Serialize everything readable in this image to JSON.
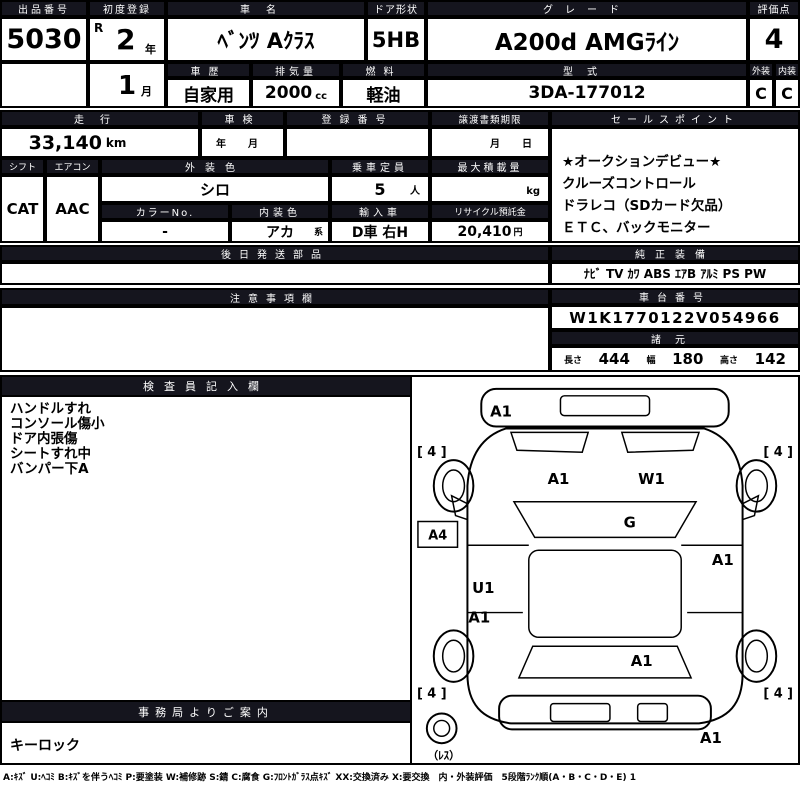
{
  "colors": {
    "header_bg": "#15151e",
    "border": "#000000",
    "paper": "#ffffff",
    "text": "#000000"
  },
  "sheet": {
    "exhibit": {
      "label": "出品番号",
      "number": "5030"
    },
    "first_registration": {
      "label": "初度登録",
      "era": "R",
      "year": "2",
      "year_unit": "年",
      "month": "1",
      "month_unit": "月"
    },
    "car_name": {
      "label": "車名",
      "value": "ﾍﾞﾝﾂ Aｸﾗｽ"
    },
    "door_shape": {
      "label": "ドア形状",
      "value": "5HB"
    },
    "grade": {
      "label": "グレード",
      "value": "A200d AMGﾗｲﾝ"
    },
    "score": {
      "label": "評価点",
      "value": "4"
    },
    "exterior_grade": {
      "label": "外装",
      "value": "C"
    },
    "interior_grade": {
      "label": "内装",
      "value": "C"
    },
    "history": {
      "label": "車歴",
      "value": "自家用"
    },
    "displacement": {
      "label": "排気量",
      "value": "2000",
      "unit": "cc"
    },
    "fuel": {
      "label": "燃料",
      "value": "軽油"
    },
    "model_code": {
      "label": "型式",
      "value": "3DA-177012"
    },
    "mileage": {
      "label": "走行",
      "value": "33,140",
      "unit": "km"
    },
    "inspection": {
      "label": "車検",
      "placeholder": "年　月"
    },
    "registration_no": {
      "label": "登録番号",
      "value": ""
    },
    "transfer_deadline": {
      "label": "譲渡書類期限",
      "placeholder": "月　日"
    },
    "sales_points": {
      "label": "セールスポイント",
      "lines": [
        "★オークションデビュー★",
        "クルーズコントロール",
        "ドラレコ（SDカード欠品）",
        "ＥＴＣ、バックモニター"
      ]
    },
    "shift": {
      "label": "シフト",
      "value": "CAT"
    },
    "aircon": {
      "label": "エアコン",
      "value": "AAC"
    },
    "exterior_color": {
      "label": "外装色",
      "value": "シロ"
    },
    "capacity": {
      "label": "乗車定員",
      "value": "5",
      "unit": "人"
    },
    "max_load": {
      "label": "最大積載量",
      "value": "",
      "unit": "kg"
    },
    "color_no": {
      "label": "カラーNo.",
      "value": "-"
    },
    "interior_color": {
      "label": "内装色",
      "value": "アカ",
      "unit": "系"
    },
    "import_type": {
      "label": "輸入車",
      "value": "D車 右H"
    },
    "recycle_deposit": {
      "label": "リサイクル預託金",
      "value": "20,410",
      "unit": "円"
    },
    "later_shipping_parts": {
      "label": "後日発送部品",
      "value": ""
    },
    "genuine_equipment": {
      "label": "純正装備",
      "value": "ﾅﾋﾞ TV ｶﾜ ABS ｴｱB ｱﾙﾐ PS PW"
    },
    "caution": {
      "label": "注意事項欄",
      "value": ""
    },
    "chassis_no": {
      "label": "車台番号",
      "value": "W1K1770122V054966"
    },
    "dimensions": {
      "label": "諸元",
      "length_label": "長さ",
      "length": "444",
      "width_label": "幅",
      "width": "180",
      "height_label": "高さ",
      "height": "142"
    },
    "inspector_notes": {
      "label": "検査員記入欄",
      "lines": [
        "ハンドルすれ",
        "コンソール傷小",
        "ドア内張傷",
        "シートすれ中",
        "バンパー下A"
      ]
    },
    "office_notice": {
      "label": "事務局よりご案内",
      "lines": [
        "キーロック"
      ]
    },
    "diagram": {
      "labels": {
        "front_bumper": "A1",
        "tire_front_left": "[ 4 ]",
        "tire_front_right": "[ 4 ]",
        "tire_rear_left": "[ 4 ]",
        "tire_rear_right": "[ 4 ]",
        "hood": "A1",
        "hood_right": "W1",
        "windshield": "G",
        "left_fender": "A4",
        "right_door": "A1",
        "left_door_upper": "U1",
        "left_door_lower": "A1",
        "rear_panel": "A1",
        "rear_bumper_right": "A1",
        "spare_tire": "（ﾚｽ）"
      }
    },
    "legend": "A:ｷｽﾞ U:ﾍｺﾐ B:ｷｽﾞを伴うﾍｺﾐ P:要塗装 W:補修跡 S:錆 C:腐食 G:ﾌﾛﾝﾄｶﾞﾗｽ点ｷｽﾞ XX:交換済み X:要交換　内・外装評価　5段階ﾗﾝｸ順(A・B・C・D・E) 1"
  }
}
